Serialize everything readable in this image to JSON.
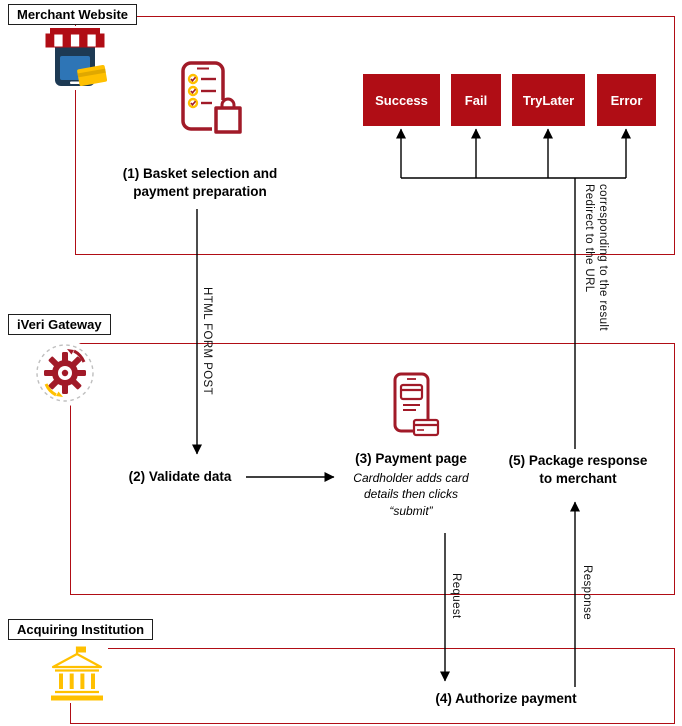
{
  "colors": {
    "red": "#B00D15",
    "icon-red": "#A11A28",
    "gold": "#FFC000",
    "navy": "#1D3A54",
    "blue": "#2E75B6"
  },
  "sections": {
    "merchant": {
      "label": "Merchant Website"
    },
    "gateway": {
      "label": "iVeri Gateway"
    },
    "acquirer": {
      "label": "Acquiring Institution"
    }
  },
  "steps": {
    "step1": "(1) Basket selection and payment preparation",
    "step2": "(2) Validate data",
    "step3_title": "(3) Payment page",
    "step3_subtitle": "Cardholder adds card details then clicks “submit”",
    "step4": "(4) Authorize payment",
    "step5": "(5) Package response to merchant"
  },
  "results": [
    "Success",
    "Fail",
    "TryLater",
    "Error"
  ],
  "flow_labels": {
    "html_form_post": "HTML FORM POST",
    "request": "Request",
    "response": "Response",
    "redirect": {
      "line1": "Redirect to the URL",
      "line2": "corresponding to the result"
    }
  }
}
